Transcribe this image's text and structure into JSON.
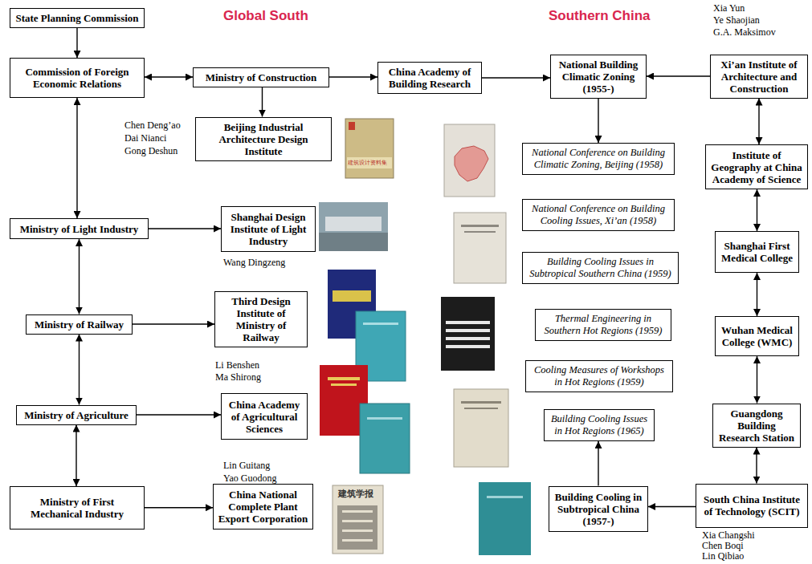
{
  "diagram": {
    "nodes": [
      {
        "text": [
          "State Planning Commission"
        ]
      },
      {
        "text": [
          "Commission of Foreign Economic Relations"
        ]
      },
      {
        "text": [
          "Ministry of Construction"
        ]
      },
      {
        "text": [
          "China Academy of Building Research"
        ]
      },
      {
        "text": [
          "National Building Climatic Zoning (1955-)"
        ]
      },
      {
        "text": [
          "Xi’an Institute of Architecture and Construction"
        ]
      },
      {
        "text": [
          "Beijing Industrial Architecture Design Institute"
        ]
      },
      {
        "text": [
          "National Conference on Building Climatic Zoning, Beijing (1958)"
        ]
      },
      {
        "text": [
          "Institute of Geography at China Academy of Science"
        ]
      },
      {
        "text": [
          "Ministry of Light Industry"
        ]
      },
      {
        "text": [
          "Shanghai Design Institute of Light Industry"
        ]
      },
      {
        "text": [
          "National Conference on Building Cooling Issues, Xi’an (1958)"
        ]
      },
      {
        "text": [
          "Building Cooling Issues in Subtropical Southern China (1959)"
        ]
      },
      {
        "text": [
          "Shanghai First Medical College"
        ]
      },
      {
        "text": [
          "Ministry of Railway"
        ]
      },
      {
        "text": [
          "Third Design Institute of Ministry of Railway"
        ]
      },
      {
        "text": [
          "Thermal Engineering in Southern Hot Regions (1959)"
        ]
      },
      {
        "text": [
          "Wuhan Medical College (WMC)"
        ]
      },
      {
        "text": [
          "Cooling Measures of Workshops in Hot Regions (1959)"
        ]
      },
      {
        "text": [
          "Ministry of Agriculture"
        ]
      },
      {
        "text": [
          "China Academy of Agricultural Sciences"
        ]
      },
      {
        "text": [
          "Building Cooling Issues in Hot Regions (1965)"
        ]
      },
      {
        "text": [
          "Guangdong Building Research Station"
        ]
      },
      {
        "text": [
          "Ministry of First Mechanical Industry"
        ]
      },
      {
        "text": [
          "China National Complete Plant Export Corporation"
        ]
      },
      {
        "text": [
          "Building Cooling in Subtropical China (1957-)"
        ]
      },
      {
        "text": [
          "South China Institute of Technology (SCIT)"
        ]
      }
    ],
    "edges": [
      {
        "from": 0,
        "to": 1,
        "arrow": "to"
      },
      {
        "from": 1,
        "to": 2,
        "arrow": "both"
      },
      {
        "from": 2,
        "to": 3,
        "arrow": "to"
      },
      {
        "from": 2,
        "to": 6,
        "arrow": "to"
      },
      {
        "from": 3,
        "to": 4,
        "arrow": "to"
      },
      {
        "from": 5,
        "to": 4,
        "arrow": "to"
      },
      {
        "from": 4,
        "to": 7,
        "arrow": "to"
      },
      {
        "from": 1,
        "to": 9,
        "arrow": "both"
      },
      {
        "from": 9,
        "to": 10,
        "arrow": "to"
      },
      {
        "from": 9,
        "to": 14,
        "arrow": "both"
      },
      {
        "from": 14,
        "to": 15,
        "arrow": "to"
      },
      {
        "from": 14,
        "to": 19,
        "arrow": "both"
      },
      {
        "from": 19,
        "to": 20,
        "arrow": "to"
      },
      {
        "from": 19,
        "to": 23,
        "arrow": "both"
      },
      {
        "from": 23,
        "to": 24,
        "arrow": "to"
      },
      {
        "from": 5,
        "to": 8,
        "arrow": "both"
      },
      {
        "from": 8,
        "to": 13,
        "arrow": "both"
      },
      {
        "from": 13,
        "to": 17,
        "arrow": "both"
      },
      {
        "from": 17,
        "to": 22,
        "arrow": "both"
      },
      {
        "from": 22,
        "to": 26,
        "arrow": "both"
      },
      {
        "from": 26,
        "to": 25,
        "arrow": "to"
      },
      {
        "from": 25,
        "to": 21,
        "arrow": "to"
      }
    ],
    "labels": [
      "Global South",
      "Southern China",
      "Xia Yun",
      "Ye Shaojian",
      "G.A. Maksimov",
      "Chen Deng’ao",
      "Dai Nianci",
      "Gong Deshun",
      "Wang Dingzeng",
      "Li Benshen",
      "Ma Shirong",
      "Lin Guitang",
      "Yao Guodong",
      "Xia Changshi",
      "Chen Boqi",
      "Lin Qibiao",
      "建筑设计资料集",
      "建筑学报"
    ]
  }
}
